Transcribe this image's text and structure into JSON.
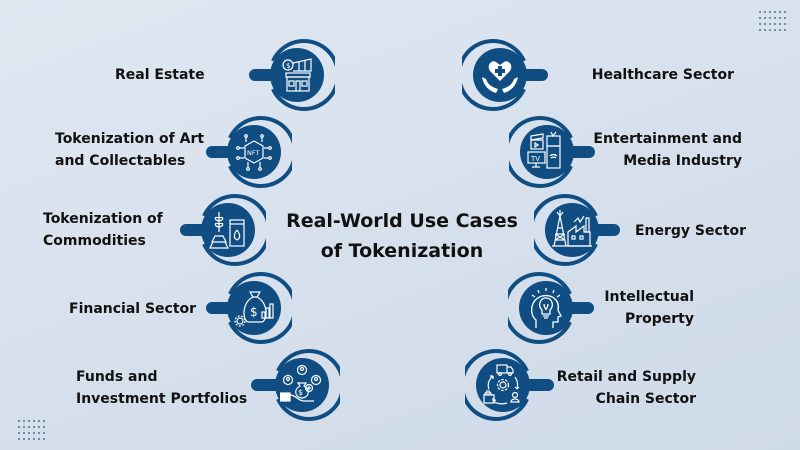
{
  "title": {
    "line1": "Real-World Use Cases",
    "line2": "of Tokenization"
  },
  "colors": {
    "navy": "#0f4d82",
    "background": "#d9e3ef",
    "text": "#111111"
  },
  "left_items": [
    {
      "id": "real-estate",
      "lines": [
        "Real Estate"
      ],
      "icon": "building-dollar-icon"
    },
    {
      "id": "art",
      "lines": [
        "Tokenization of Art",
        "and Collectables"
      ],
      "icon": "nft-icon"
    },
    {
      "id": "commodities",
      "lines": [
        "Tokenization of",
        "Commodities"
      ],
      "icon": "commodities-icon"
    },
    {
      "id": "financial",
      "lines": [
        "Financial Sector"
      ],
      "icon": "money-bag-chart-icon"
    },
    {
      "id": "funds",
      "lines": [
        "Funds and",
        "Investment Portfolios"
      ],
      "icon": "investors-hand-icon"
    }
  ],
  "right_items": [
    {
      "id": "healthcare",
      "lines": [
        "Healthcare Sector"
      ],
      "icon": "heart-hands-icon"
    },
    {
      "id": "entertainment",
      "lines": [
        "Entertainment and",
        "Media Industry"
      ],
      "icon": "media-devices-icon"
    },
    {
      "id": "energy",
      "lines": [
        "Energy Sector"
      ],
      "icon": "power-plant-icon"
    },
    {
      "id": "ip",
      "lines": [
        "Intellectual",
        "Property"
      ],
      "icon": "head-lightbulb-icon"
    },
    {
      "id": "retail",
      "lines": [
        "Retail and Supply",
        "Chain Sector"
      ],
      "icon": "supply-cycle-icon"
    }
  ]
}
